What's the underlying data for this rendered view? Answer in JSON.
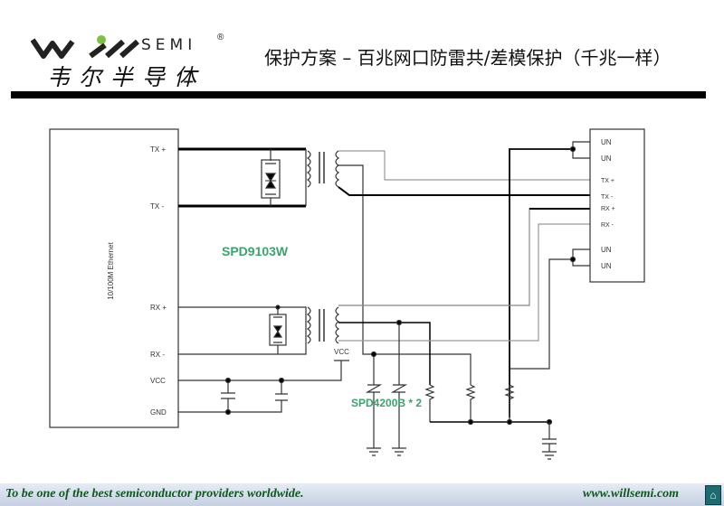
{
  "header": {
    "logo_text": "SEMI",
    "logo_registered": "®",
    "logo_chinese": "韦尔半导体",
    "title": "保护方案 – 百兆网口防雷共/差模保护（千兆一样）"
  },
  "diagram": {
    "phy_label": "10/100M Ethernet",
    "phy_pins": [
      "TX +",
      "TX -",
      "RX +",
      "RX -",
      "VCC",
      "GND"
    ],
    "vcc_label": "VCC",
    "tvs_label": "SPD9103W",
    "gdt_label": "SPD4200B * 2",
    "connector_pins": [
      "UN",
      "UN",
      "TX +",
      "TX -",
      "RX +",
      "RX -",
      "UN",
      "UN"
    ]
  },
  "footer": {
    "motto": "To be one of the best semiconductor providers worldwide.",
    "url": "www.willsemi.com",
    "home_icon": "home-icon"
  }
}
